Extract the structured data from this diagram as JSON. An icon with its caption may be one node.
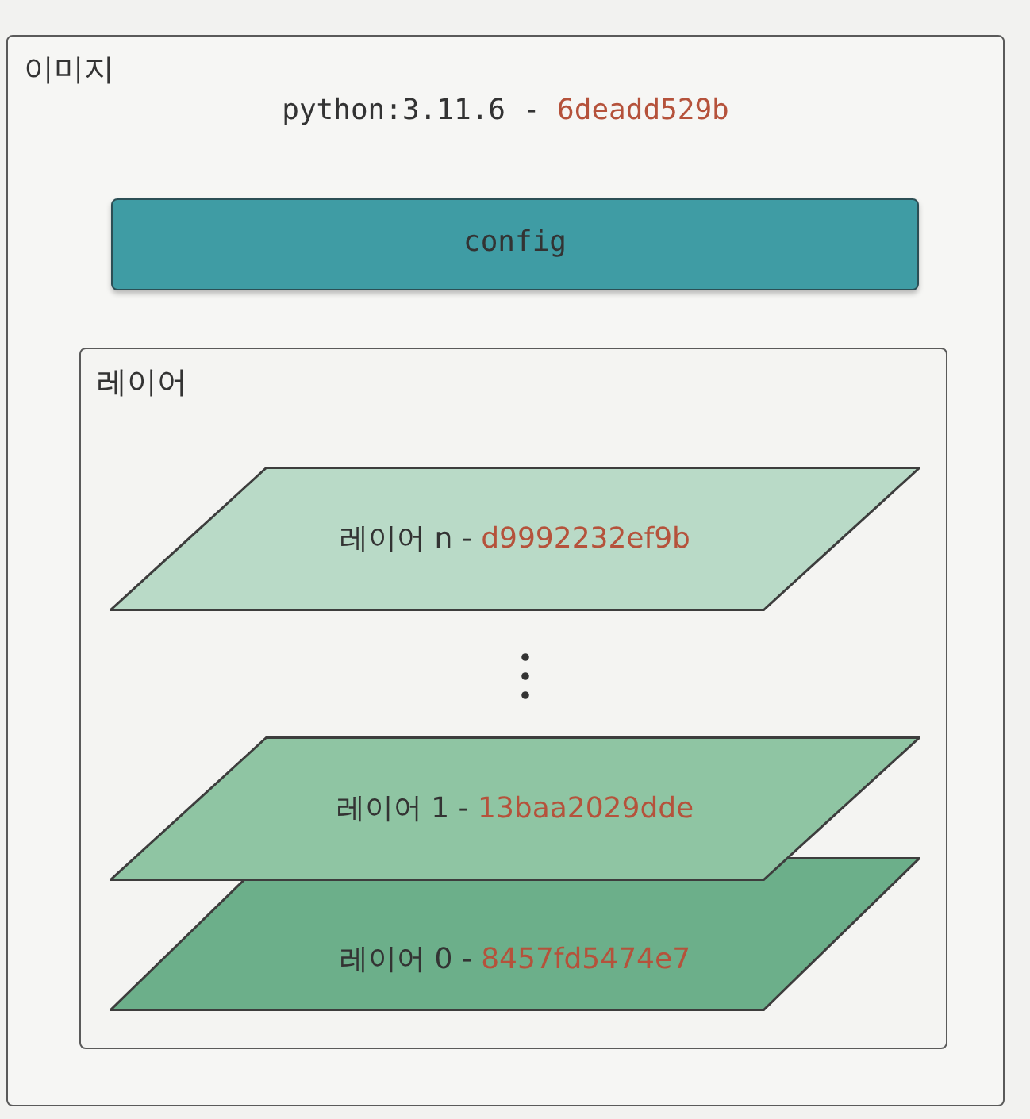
{
  "diagram": {
    "nodes": [
      {
        "text": [
          "이미지",
          "python:3.11.6 -",
          "6deadd529b"
        ]
      },
      {
        "text": [
          "config"
        ],
        "in": 0
      },
      {
        "text": [
          "레이어"
        ],
        "in": 0
      },
      {
        "text": [
          "레이어 n -",
          "d9992232ef9b"
        ],
        "in": 2
      },
      {
        "text": [
          "레이어 1 -",
          "13baa2029dde"
        ],
        "in": 2
      },
      {
        "text": [
          "레이어 0 -",
          "8457fd5474e7"
        ],
        "in": 2
      }
    ]
  }
}
